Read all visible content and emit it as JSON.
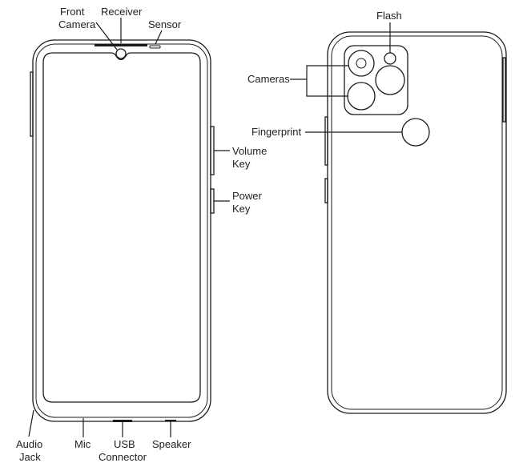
{
  "labels": {
    "front_camera_line1": "Front",
    "front_camera_line2": "Camera",
    "receiver": "Receiver",
    "sensor": "Sensor",
    "volume_key_line1": "Volume",
    "volume_key_line2": "Key",
    "power_key_line1": "Power",
    "power_key_line2": "Key",
    "audio_jack_line1": "Audio",
    "audio_jack_line2": "Jack",
    "mic": "Mic",
    "usb_line1": "USB",
    "usb_line2": "Connector",
    "speaker": "Speaker",
    "flash": "Flash",
    "cameras": "Cameras",
    "fingerprint": "Fingerprint"
  },
  "colors": {
    "line": "#1a1a1a",
    "text": "#222222",
    "background": "#ffffff"
  }
}
